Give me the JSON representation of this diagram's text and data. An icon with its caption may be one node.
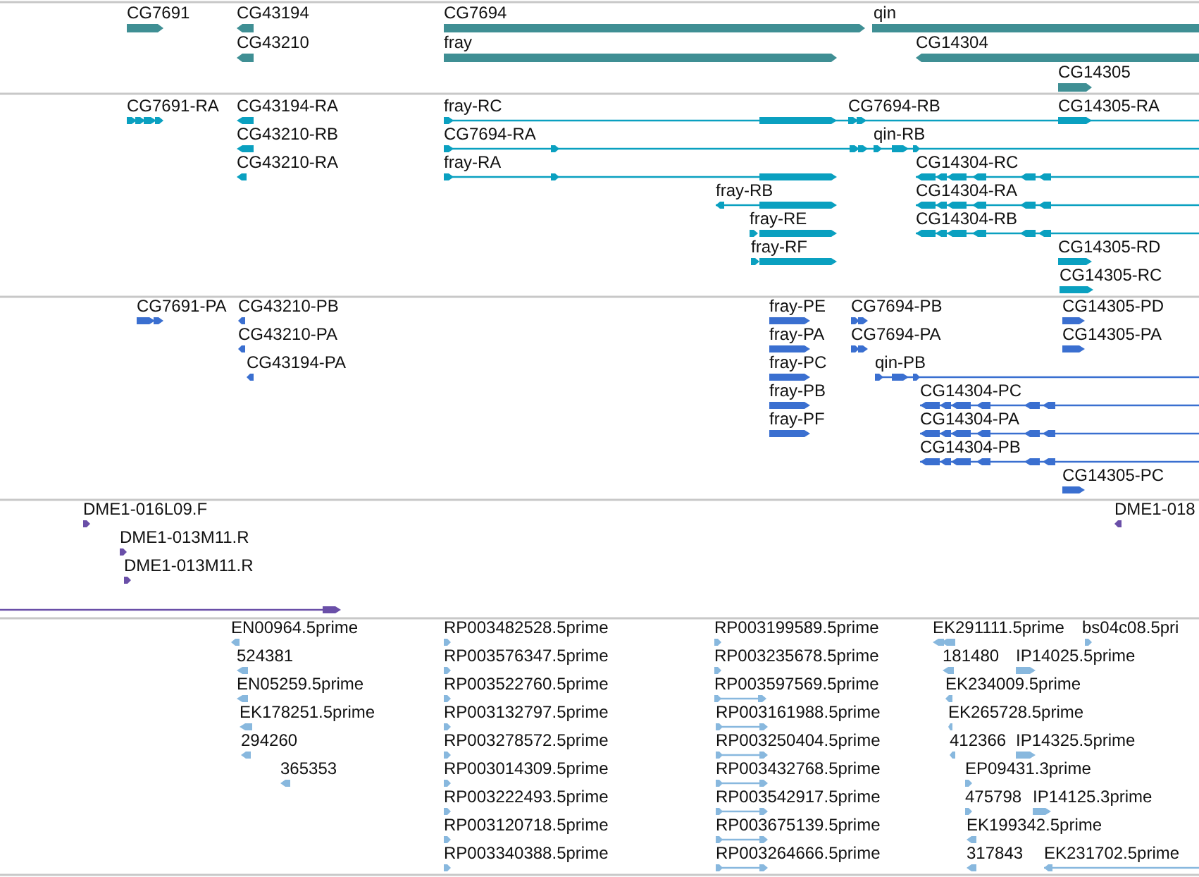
{
  "diagram": {
    "labels": [
      "CG7691",
      "CG43194",
      "CG7694",
      "qin",
      "CG43210",
      "fray",
      "CG14304",
      "CG14305",
      "CG7691-RA",
      "CG43194-RA",
      "fray-RC",
      "CG7694-RB",
      "CG14305-RA",
      "CG43210-RB",
      "CG7694-RA",
      "qin-RB",
      "CG43210-RA",
      "fray-RA",
      "CG14304-RC",
      "fray-RB",
      "CG14304-RA",
      "fray-RE",
      "CG14304-RB",
      "fray-RF",
      "CG14305-RD",
      "CG14305-RC",
      "CG7691-PA",
      "CG43210-PB",
      "fray-PE",
      "CG7694-PB",
      "CG14305-PD",
      "CG43210-PA",
      "fray-PA",
      "CG7694-PA",
      "CG14305-PA",
      "CG43194-PA",
      "fray-PC",
      "qin-PB",
      "fray-PB",
      "CG14304-PC",
      "fray-PF",
      "CG14304-PA",
      "CG14304-PB",
      "CG14305-PC",
      "DME1-016L09.F",
      "DME1-018",
      "DME1-013M11.R",
      "DME1-013M11.R",
      "EN00964.5prime",
      "RP003482528.5prime",
      "RP003199589.5prime",
      "EK291111.5prime",
      "bs04c08.5pri",
      "524381",
      "RP003576347.5prime",
      "RP003235678.5prime",
      "181480",
      "IP14025.5prime",
      "EN05259.5prime",
      "RP003522760.5prime",
      "RP003597569.5prime",
      "EK234009.5prime",
      "EK178251.5prime",
      "RP003132797.5prime",
      "RP003161988.5prime",
      "EK265728.5prime",
      "294260",
      "RP003278572.5prime",
      "RP003250404.5prime",
      "412366",
      "IP14325.5prime",
      "365353",
      "RP003014309.5prime",
      "RP003432768.5prime",
      "EP09431.3prime",
      "RP003222493.5prime",
      "RP003542917.5prime",
      "475798",
      "IP14125.3prime",
      "RP003120718.5prime",
      "RP003675139.5prime",
      "EK199342.5prime",
      "RP003340388.5prime",
      "RP003264666.5prime",
      "317843",
      "EK231702.5prime"
    ]
  }
}
